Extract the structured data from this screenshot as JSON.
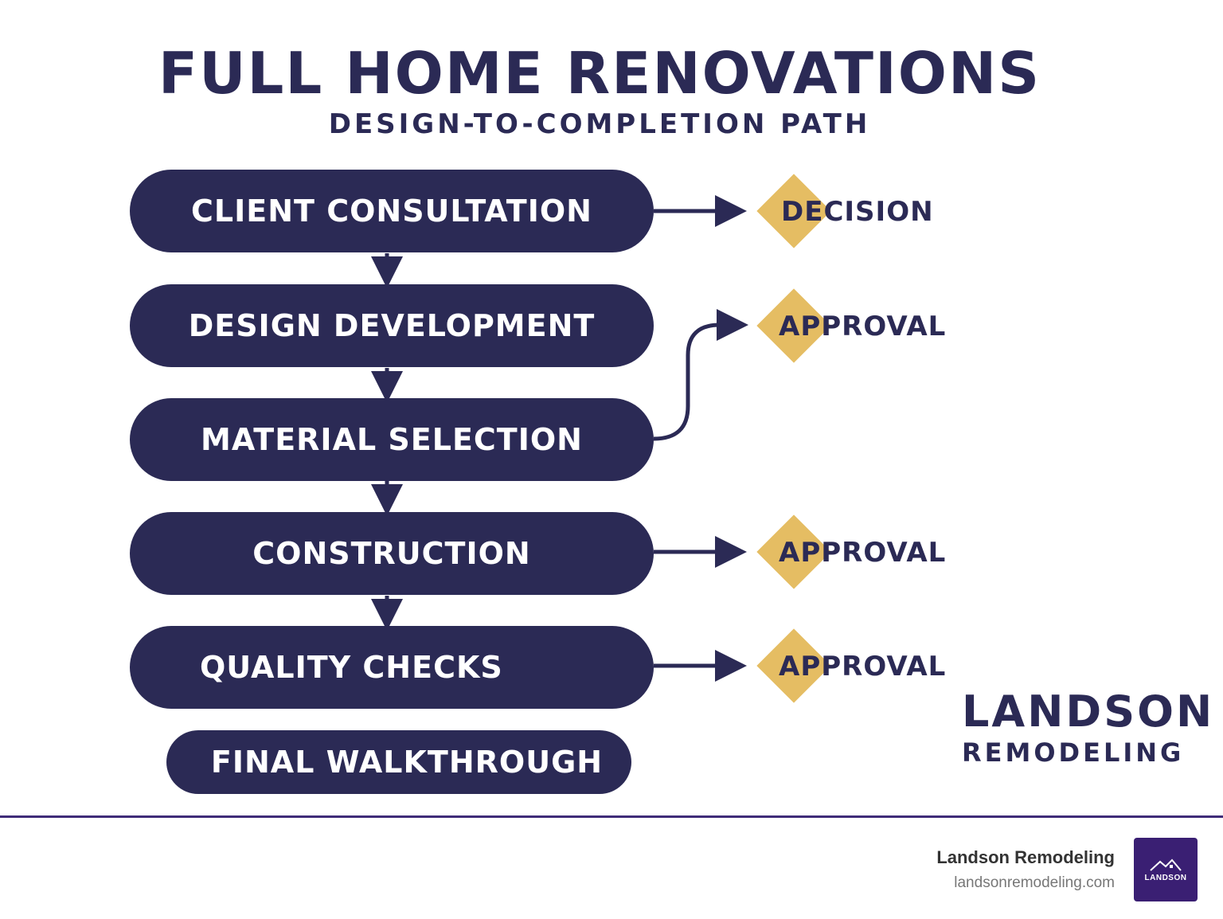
{
  "title": "FULL HOME RENOVATIONS",
  "subtitle": "DESIGN-TO-COMPLETION PATH",
  "steps": [
    {
      "label": "CLIENT CONSULTATION"
    },
    {
      "label": "DESIGN DEVELOPMENT"
    },
    {
      "label": "MATERIAL SELECTION"
    },
    {
      "label": "CONSTRUCTION"
    },
    {
      "label": "QUALITY CHECKS"
    },
    {
      "label": "FINAL WALKTHROUGH"
    }
  ],
  "gates": [
    {
      "label": "DECISION",
      "from_step": "CLIENT CONSULTATION"
    },
    {
      "label": "APPROVAL",
      "from_step": "MATERIAL SELECTION"
    },
    {
      "label": "APPROVAL",
      "from_step": "CONSTRUCTION"
    },
    {
      "label": "APPROVAL",
      "from_step": "QUALITY CHECKS"
    }
  ],
  "brand": {
    "line1": "LANDSON",
    "line2": "REMODELING"
  },
  "footer": {
    "name": "Landson Remodeling",
    "url": "landsonremodeling.com",
    "logo_text": "LANDSON",
    "logo_icon": "house-roof-icon"
  },
  "colors": {
    "navy": "#2b2a55",
    "gold": "#e5bd63",
    "footer_purple": "#3a1f73"
  }
}
